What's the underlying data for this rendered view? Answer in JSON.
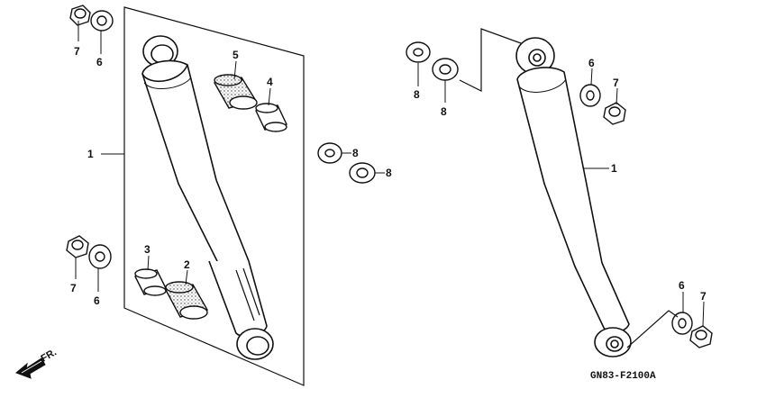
{
  "diagram": {
    "part_numbers": {
      "p1": "1",
      "p2": "2",
      "p3": "3",
      "p4": "4",
      "p5": "5",
      "p6": "6",
      "p7": "7",
      "p8": "8"
    },
    "direction_label": "FR.",
    "drawing_code": "GN83-F2100A"
  }
}
